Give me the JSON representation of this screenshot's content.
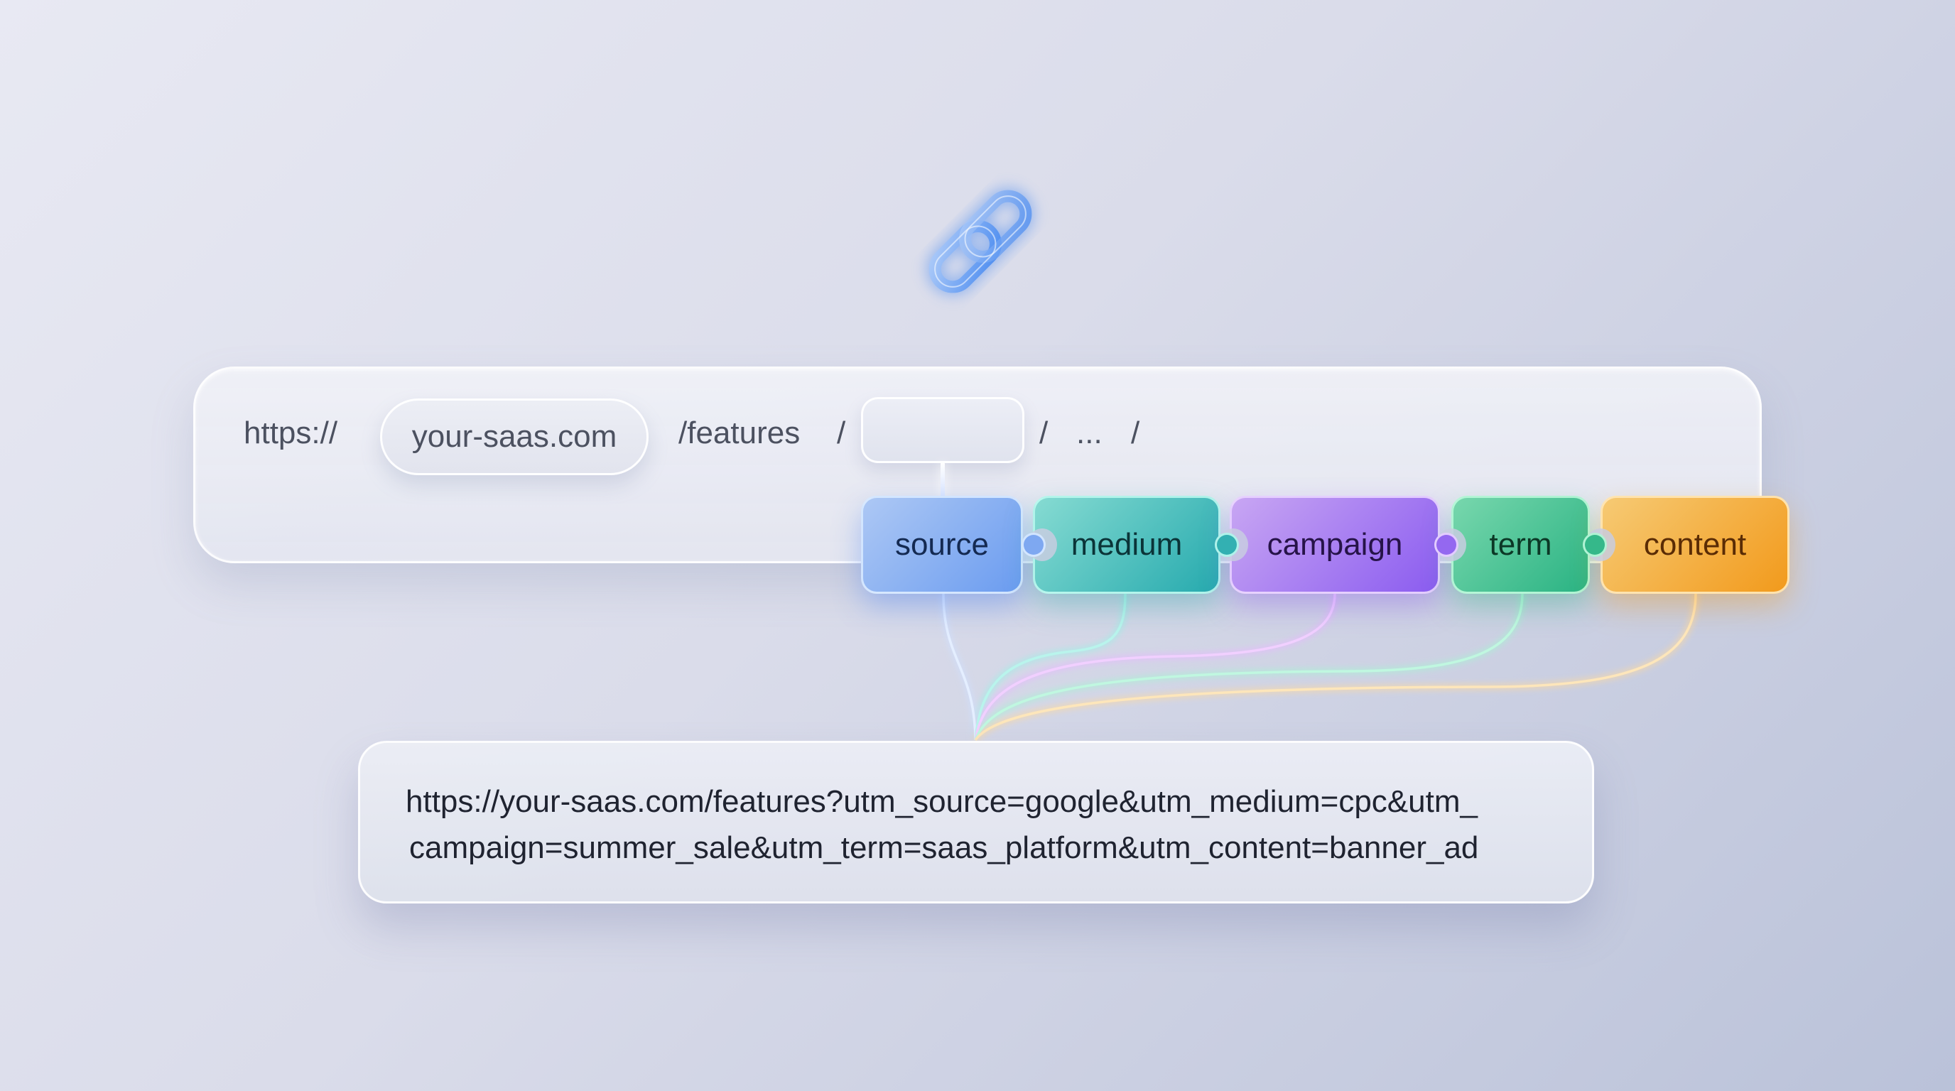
{
  "icon": {
    "name": "link-icon",
    "color": "#5b93f0"
  },
  "url_builder": {
    "scheme": "https://",
    "domain": "your-saas.com",
    "path": "/features",
    "separator_1": "/",
    "parameter_slot": "",
    "separator_2": "/",
    "ellipsis": "...",
    "separator_3": "/"
  },
  "parameters": [
    {
      "key": "source",
      "label": "source",
      "color_start": "#adc8f4",
      "color_end": "#6b9cf0",
      "text_color": "#142a52",
      "wire_color": "#d8e6ff"
    },
    {
      "key": "medium",
      "label": "medium",
      "color_start": "#86dbd2",
      "color_end": "#26aaae",
      "text_color": "#0b3438",
      "wire_color": "#b6f2ea"
    },
    {
      "key": "campaign",
      "label": "campaign",
      "color_start": "#c8a6f3",
      "color_end": "#8b5cf0",
      "text_color": "#261348",
      "wire_color": "#ecc4ff"
    },
    {
      "key": "term",
      "label": "term",
      "color_start": "#78d7ad",
      "color_end": "#2ab383",
      "text_color": "#0c3826",
      "wire_color": "#b8f5dc"
    },
    {
      "key": "content",
      "label": "content",
      "color_start": "#f6ca74",
      "color_end": "#f29a1c",
      "text_color": "#5a2c05",
      "wire_color": "#fde3b0"
    }
  ],
  "output": {
    "line_1": "https://your-saas.com/features?utm_source=google&utm_medium=cpc&utm_",
    "line_2": "campaign=summer_sale&utm_term=saas_platform&utm_content=banner_ad"
  }
}
